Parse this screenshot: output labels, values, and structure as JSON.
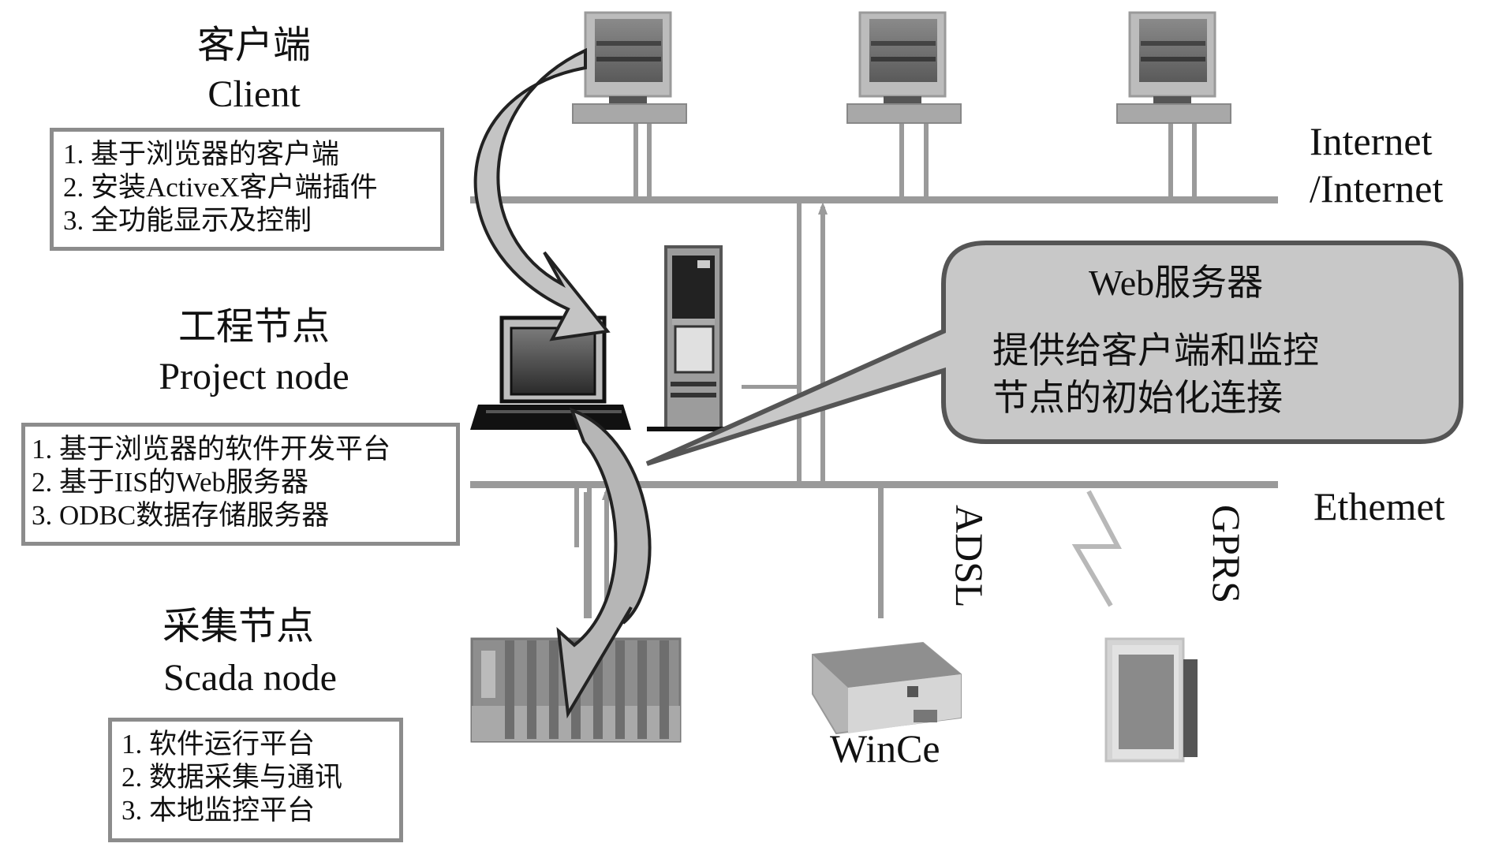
{
  "client": {
    "title_cn": "客户端",
    "title_en": "Client",
    "items": [
      "1. 基于浏览器的客户端",
      "2. 安装ActiveX客户端插件",
      "3. 全功能显示及控制"
    ]
  },
  "project": {
    "title_cn": "工程节点",
    "title_en": "Project node",
    "items": [
      "1. 基于浏览器的软件开发平台",
      "2. 基于IIS的Web服务器",
      "3. ODBC数据存储服务器"
    ]
  },
  "scada": {
    "title_cn": "采集节点",
    "title_en": "Scada node",
    "items": [
      "1. 软件运行平台",
      "2. 数据采集与通讯",
      "3. 本地监控平台"
    ]
  },
  "networks": {
    "internet_line1": "Internet",
    "internet_line2": "/Internet",
    "ethernet": "Ethemet",
    "adsl": "ADSL",
    "gprs": "GPRS"
  },
  "devices": {
    "wince_label": "WinCe",
    "client_pcs": [
      "client-pc-1",
      "client-pc-2",
      "client-pc-3"
    ],
    "icons": [
      "project-pc-icon",
      "server-tower-icon",
      "plc-rack-icon",
      "wince-box-icon",
      "gprs-terminal-icon"
    ]
  },
  "callout": {
    "title": "Web服务器",
    "line1": "提供给客户端和监控",
    "line2": "节点的初始化连接"
  },
  "colors": {
    "bus": "#9a9a9a",
    "box_border": "#8c8c8c",
    "bubble_fill": "#c8c8c8",
    "arrow_fill": "#c4c4c4"
  }
}
